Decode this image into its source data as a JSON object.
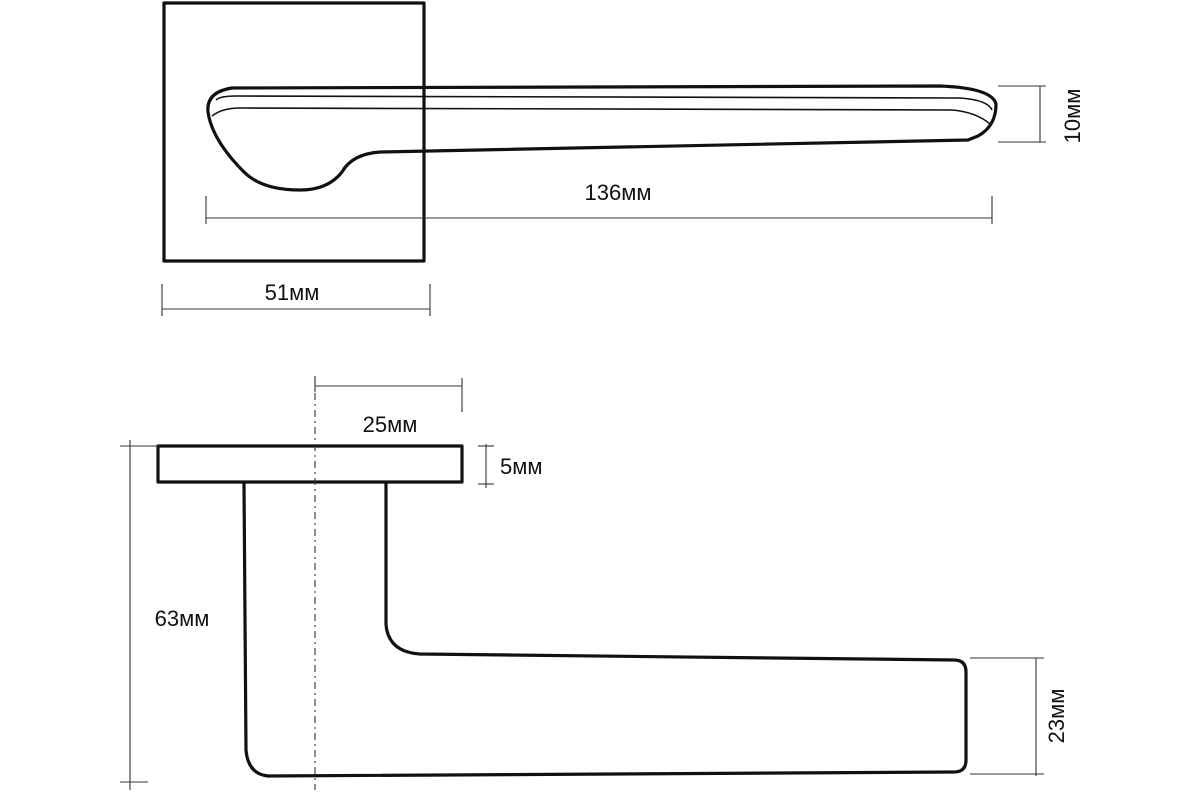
{
  "dimensions": {
    "handle_length": "136мм",
    "handle_thickness": "10мм",
    "rosette_width": "51мм",
    "axis_offset": "25мм",
    "rosette_thickness": "5мм",
    "total_height": "63мм",
    "grip_height": "23мм"
  },
  "colors": {
    "line": "#111111",
    "background": "#ffffff"
  }
}
